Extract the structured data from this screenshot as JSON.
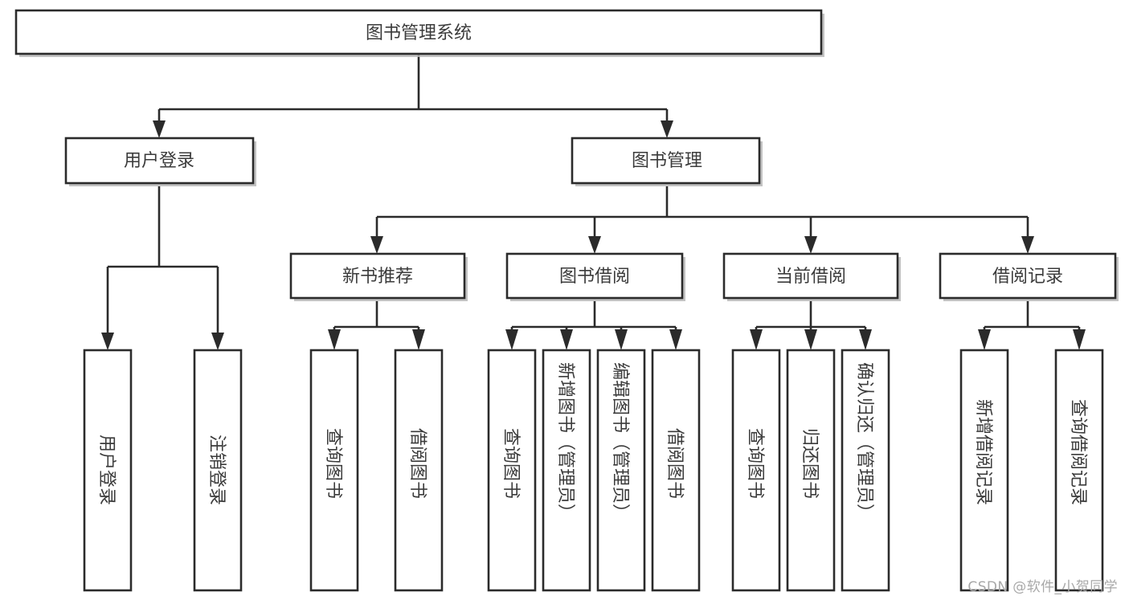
{
  "diagram": {
    "title": "图书管理系统",
    "type": "tree-hierarchy",
    "root": {
      "id": "root",
      "label": "图书管理系统"
    },
    "level1": [
      {
        "id": "user-login",
        "label": "用户登录"
      },
      {
        "id": "book-manage",
        "label": "图书管理"
      }
    ],
    "level2": [
      {
        "id": "new-book-rec",
        "label": "新书推荐",
        "parent": "book-manage"
      },
      {
        "id": "book-borrow",
        "label": "图书借阅",
        "parent": "book-manage"
      },
      {
        "id": "current-borrow",
        "label": "当前借阅",
        "parent": "book-manage"
      },
      {
        "id": "borrow-record",
        "label": "借阅记录",
        "parent": "book-manage"
      }
    ],
    "leaves": {
      "user-login": [
        {
          "id": "leaf-user-login",
          "label": "用户登录"
        },
        {
          "id": "leaf-logout",
          "label": "注销登录"
        }
      ],
      "new-book-rec": [
        {
          "id": "leaf-query-book-1",
          "label": "查询图书"
        },
        {
          "id": "leaf-borrow-book-1",
          "label": "借阅图书"
        }
      ],
      "book-borrow": [
        {
          "id": "leaf-query-book-2",
          "label": "查询图书"
        },
        {
          "id": "leaf-add-book",
          "label": "新增图书（管理员）"
        },
        {
          "id": "leaf-edit-book",
          "label": "编辑图书（管理员）"
        },
        {
          "id": "leaf-borrow-book-2",
          "label": "借阅图书"
        }
      ],
      "current-borrow": [
        {
          "id": "leaf-query-book-3",
          "label": "查询图书"
        },
        {
          "id": "leaf-return-book",
          "label": "归还图书"
        },
        {
          "id": "leaf-confirm-return",
          "label": "确认归还（管理员）"
        }
      ],
      "borrow-record": [
        {
          "id": "leaf-add-record",
          "label": "新增借阅记录"
        },
        {
          "id": "leaf-query-record",
          "label": "查询借阅记录"
        }
      ]
    },
    "colors": {
      "stroke": "#2b2b2b",
      "fill": "#ffffff",
      "text": "#3b3b3b",
      "shadow": "#b8b8b8",
      "watermark": "#a8a8a8"
    }
  },
  "watermark": {
    "text": "CSDN @软件_小贺同学"
  }
}
